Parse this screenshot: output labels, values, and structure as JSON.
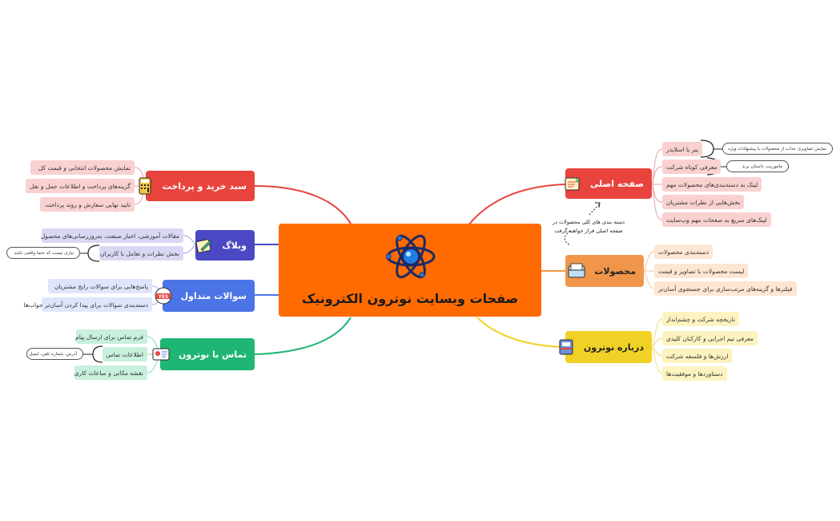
{
  "title": "صفحات وبسایت نوترون الکترونیک",
  "central_icon": "atom-icon",
  "callout": {
    "line1": "دسته بندی های کلی محصولات در",
    "line2": "صفحه اصلی قرار خواهند گرفت"
  },
  "branches": {
    "home": {
      "label": "صفحه اصلی",
      "color": "#e8433d",
      "icon": "notepad-icon",
      "items": [
        "بنر یا اسلایدر",
        "معرفی کوتاه شرکت",
        "لینک به دسته‌بندی‌های محصولات مهم",
        "بخش‌هایی از نظرات مشتریان",
        "لینک‌های سریع به صفحات مهم وب‌سایت"
      ],
      "notes": [
        "نمایش تصاویری جذاب از محصولات یا پیشنهادات ویژه",
        "ماموریت، داستان برند"
      ]
    },
    "products": {
      "label": "محصولات",
      "color": "#f0964a",
      "icon": "folder-icon",
      "items": [
        "دسته‌بندی محصولات",
        "لیست محصولات با تصاویر و قیمت",
        "فیلترها و گزینه‌های مرتب‌سازی برای جستجوی آسان‌تر"
      ]
    },
    "about": {
      "label": "درباره نوترون",
      "color": "#f0d226",
      "icon": "notebook-icon",
      "items": [
        "تاریخچه شرکت و چشم‌انداز",
        "معرفی تیم اجرایی و کارکنان کلیدی",
        "ارزش‌ها و فلسفه شرکت",
        "دستاوردها و موفقیت‌ها"
      ]
    },
    "cart": {
      "label": "سبد خرید و پرداخت",
      "color": "#e8433d",
      "icon": "calculator-icon",
      "items": [
        "نمایش محصولات انتخابی و قیمت کل",
        "گزینه‌های پرداخت و اطلاعات حمل و نقل",
        "تایید نهایی سفارش و روند پرداخت"
      ]
    },
    "blog": {
      "label": "وبلاگ",
      "color": "#4b48c4",
      "icon": "pencil-note-icon",
      "items": [
        "مقالات آموزشی، اخبار صنعت، به‌روزرسانی‌های محصول",
        "بخش نظرات و تعامل با کاربران"
      ],
      "notes": [
        "نیازی نیست که حتما واقعی باشد"
      ]
    },
    "faq": {
      "label": "سوالات متداول",
      "color": "#4b74e6",
      "icon": "yes-badge-icon",
      "items": [
        "پاسخ‌هایی برای سوالات رایج مشتریان",
        "دسته‌بندی سوالات برای پیدا کردن آسان‌تر جواب‌ها"
      ]
    },
    "contact": {
      "label": "تماس با نوترون",
      "color": "#1fb573",
      "icon": "contact-card-icon",
      "items": [
        "فرم تماس برای ارسال پیام",
        "اطلاعات تماس",
        "نقشه مکانی و ساعات کاری"
      ],
      "notes": [
        "آدرس، شماره تلفن، ایمیل"
      ]
    }
  }
}
